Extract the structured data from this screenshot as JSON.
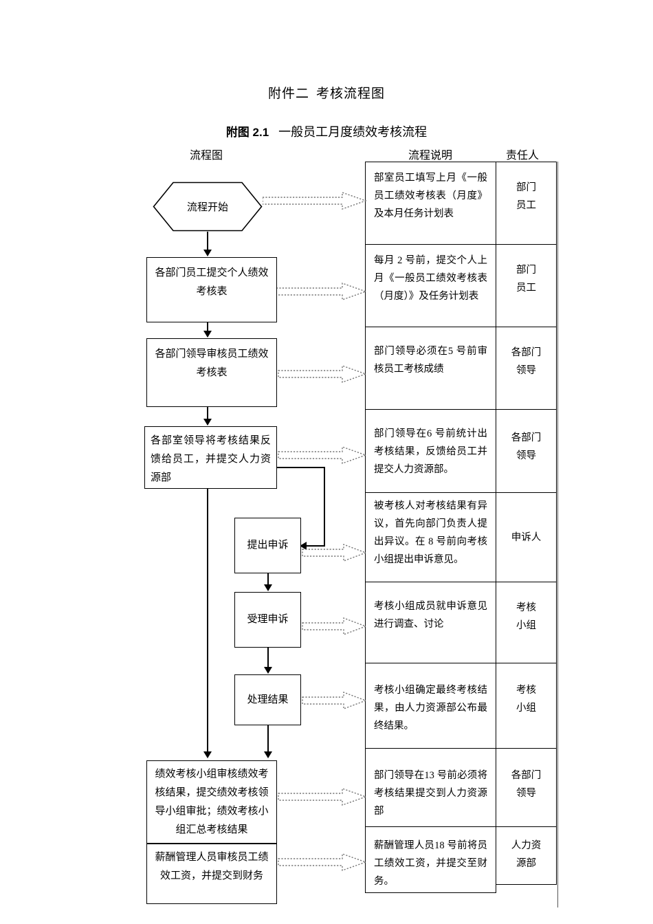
{
  "document": {
    "title_prefix": "附件二",
    "title": "考核流程图",
    "figure_label": "附图 2.1",
    "figure_title": "一般员工月度绩效考核流程"
  },
  "columns": {
    "flow": "流程图",
    "description": "流程说明",
    "owner": "责任人"
  },
  "flow_nodes": [
    {
      "id": "start",
      "shape": "hexagon",
      "label": "流程开始"
    },
    {
      "id": "submit",
      "shape": "process",
      "label": "各部门员工提交个人绩效考核表"
    },
    {
      "id": "review",
      "shape": "process",
      "label": "各部门领导审核员工绩效考核表"
    },
    {
      "id": "feedback",
      "shape": "process",
      "label": "各部室领导将考核结果反馈给员工，并提交人力资源部"
    },
    {
      "id": "file-appeal",
      "shape": "process",
      "label": "提出申诉"
    },
    {
      "id": "accept-appeal",
      "shape": "process",
      "label": "受理申诉"
    },
    {
      "id": "handle-result",
      "shape": "process",
      "label": "处理结果"
    },
    {
      "id": "group-review",
      "shape": "process",
      "label": "绩效考核小组审核绩效考核结果，提交绩效考核领导小组审批；绩效考核小组汇总考核结果"
    },
    {
      "id": "payroll",
      "shape": "process",
      "label": "薪酬管理人员审核员工绩效工资，并提交到财务"
    }
  ],
  "rows": [
    {
      "description": "部室员工填写上月《一般员工绩效考核表（月度》及本月任务计划表",
      "owner": [
        "部门",
        "员工"
      ]
    },
    {
      "description": "每月 2 号前，提交个人上月《一般员工绩效考核表（月度）》及任务计划表",
      "owner": [
        "部门",
        "员工"
      ]
    },
    {
      "description": "部门领导必须在5 号前审核员工考核成绩",
      "owner": [
        "各部门",
        "领导"
      ]
    },
    {
      "description": "部门领导在6 号前统计出考核结果，反馈给员工并提交人力资源部。",
      "owner": [
        "各部门",
        "领导"
      ]
    },
    {
      "description": "被考核人对考核结果有异议，首先向部门负责人提出异议。在 8 号前向考核小组提出申诉意见。",
      "owner": [
        "申诉人"
      ]
    },
    {
      "description": "考核小组成员就申诉意见进行调查、讨论",
      "owner": [
        "考核",
        "小组"
      ]
    },
    {
      "description": "考核小组确定最终考核结果，由人力资源部公布最终结果。",
      "owner": [
        "考核",
        "小组"
      ]
    },
    {
      "description": "部门领导在13 号前必须将考核结果提交到人力资源部",
      "owner": [
        "各部门",
        "领导"
      ]
    },
    {
      "description": "薪酬管理人员18 号前将员工绩效工资，并提交至财务。",
      "owner": [
        "人力资",
        "源部"
      ]
    }
  ]
}
